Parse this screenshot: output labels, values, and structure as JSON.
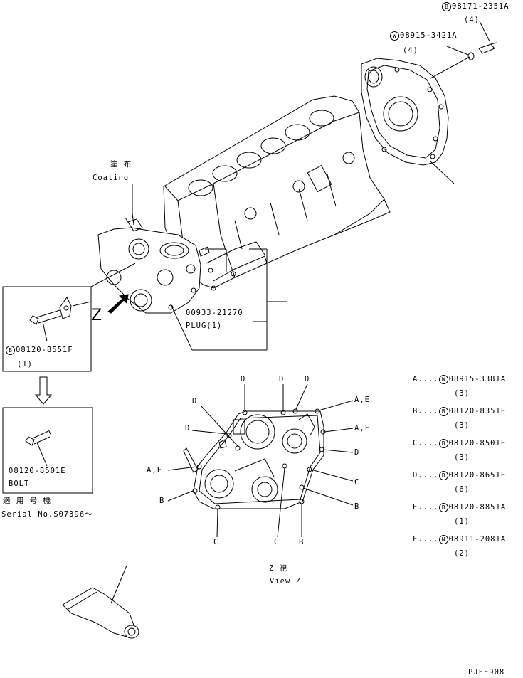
{
  "top_parts": [
    {
      "prefix": "B",
      "number": "08171-2351A",
      "qty": "(4)"
    },
    {
      "prefix": "W",
      "number": "08915-3421A",
      "qty": "(4)"
    }
  ],
  "coating": {
    "jp": "塗 布",
    "en": "Coating"
  },
  "plug": {
    "number": "00933-21270",
    "label": "PLUG(1)"
  },
  "view_letter": "Z",
  "inset_old": {
    "prefix": "B",
    "number": "08120-8551F",
    "qty": "(1)"
  },
  "inset_new": {
    "number": "08120-8501E",
    "label": "BOLT"
  },
  "serial": {
    "jp": "適 用 号 機",
    "en": "Serial No.S07396～"
  },
  "view_caption": {
    "jp": "Z  視",
    "en": "View Z"
  },
  "legend": [
    {
      "key": "A....",
      "prefix": "W",
      "number": "08915-3381A",
      "qty": "(3)"
    },
    {
      "key": "B....",
      "prefix": "B",
      "number": "08120-8351E",
      "qty": "(3)"
    },
    {
      "key": "C....",
      "prefix": "B",
      "number": "08120-8501E",
      "qty": "(3)"
    },
    {
      "key": "D....",
      "prefix": "B",
      "number": "08120-8651E",
      "qty": "(6)"
    },
    {
      "key": "E....",
      "prefix": "B",
      "number": "08120-8851A",
      "qty": "(1)"
    },
    {
      "key": "F....",
      "prefix": "N",
      "number": "08911-2081A",
      "qty": "(2)"
    }
  ],
  "callouts": {
    "d": "D",
    "ae": "A,E",
    "af": "A,F",
    "b": "B",
    "c": "C"
  },
  "drawing_code": "PJFE908"
}
